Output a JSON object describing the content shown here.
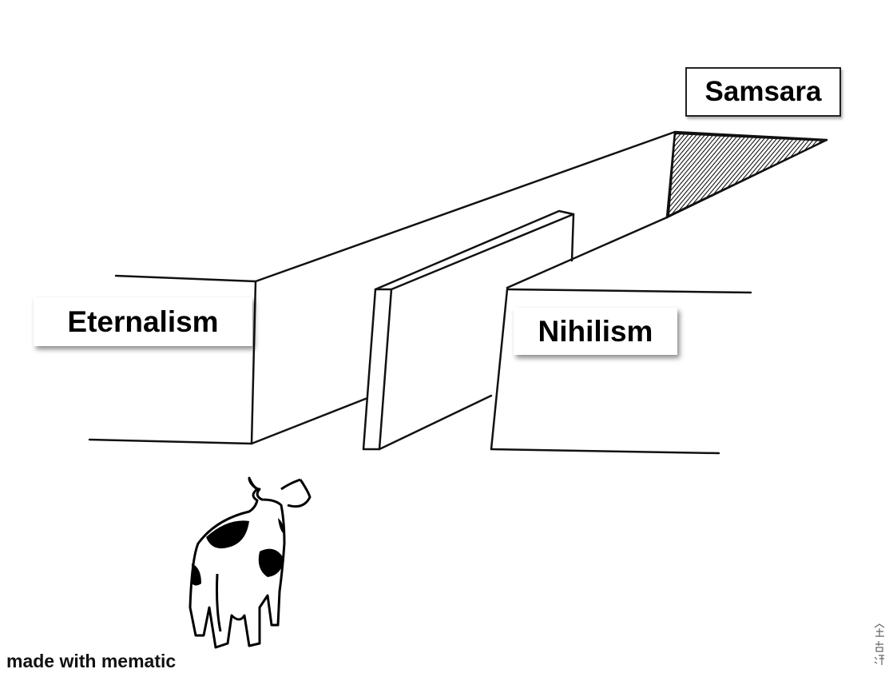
{
  "labels": {
    "left": "Eternalism",
    "right": "Nihilism",
    "top": "Samsara"
  },
  "watermark": "made with mematic",
  "signature": "余吉澤"
}
